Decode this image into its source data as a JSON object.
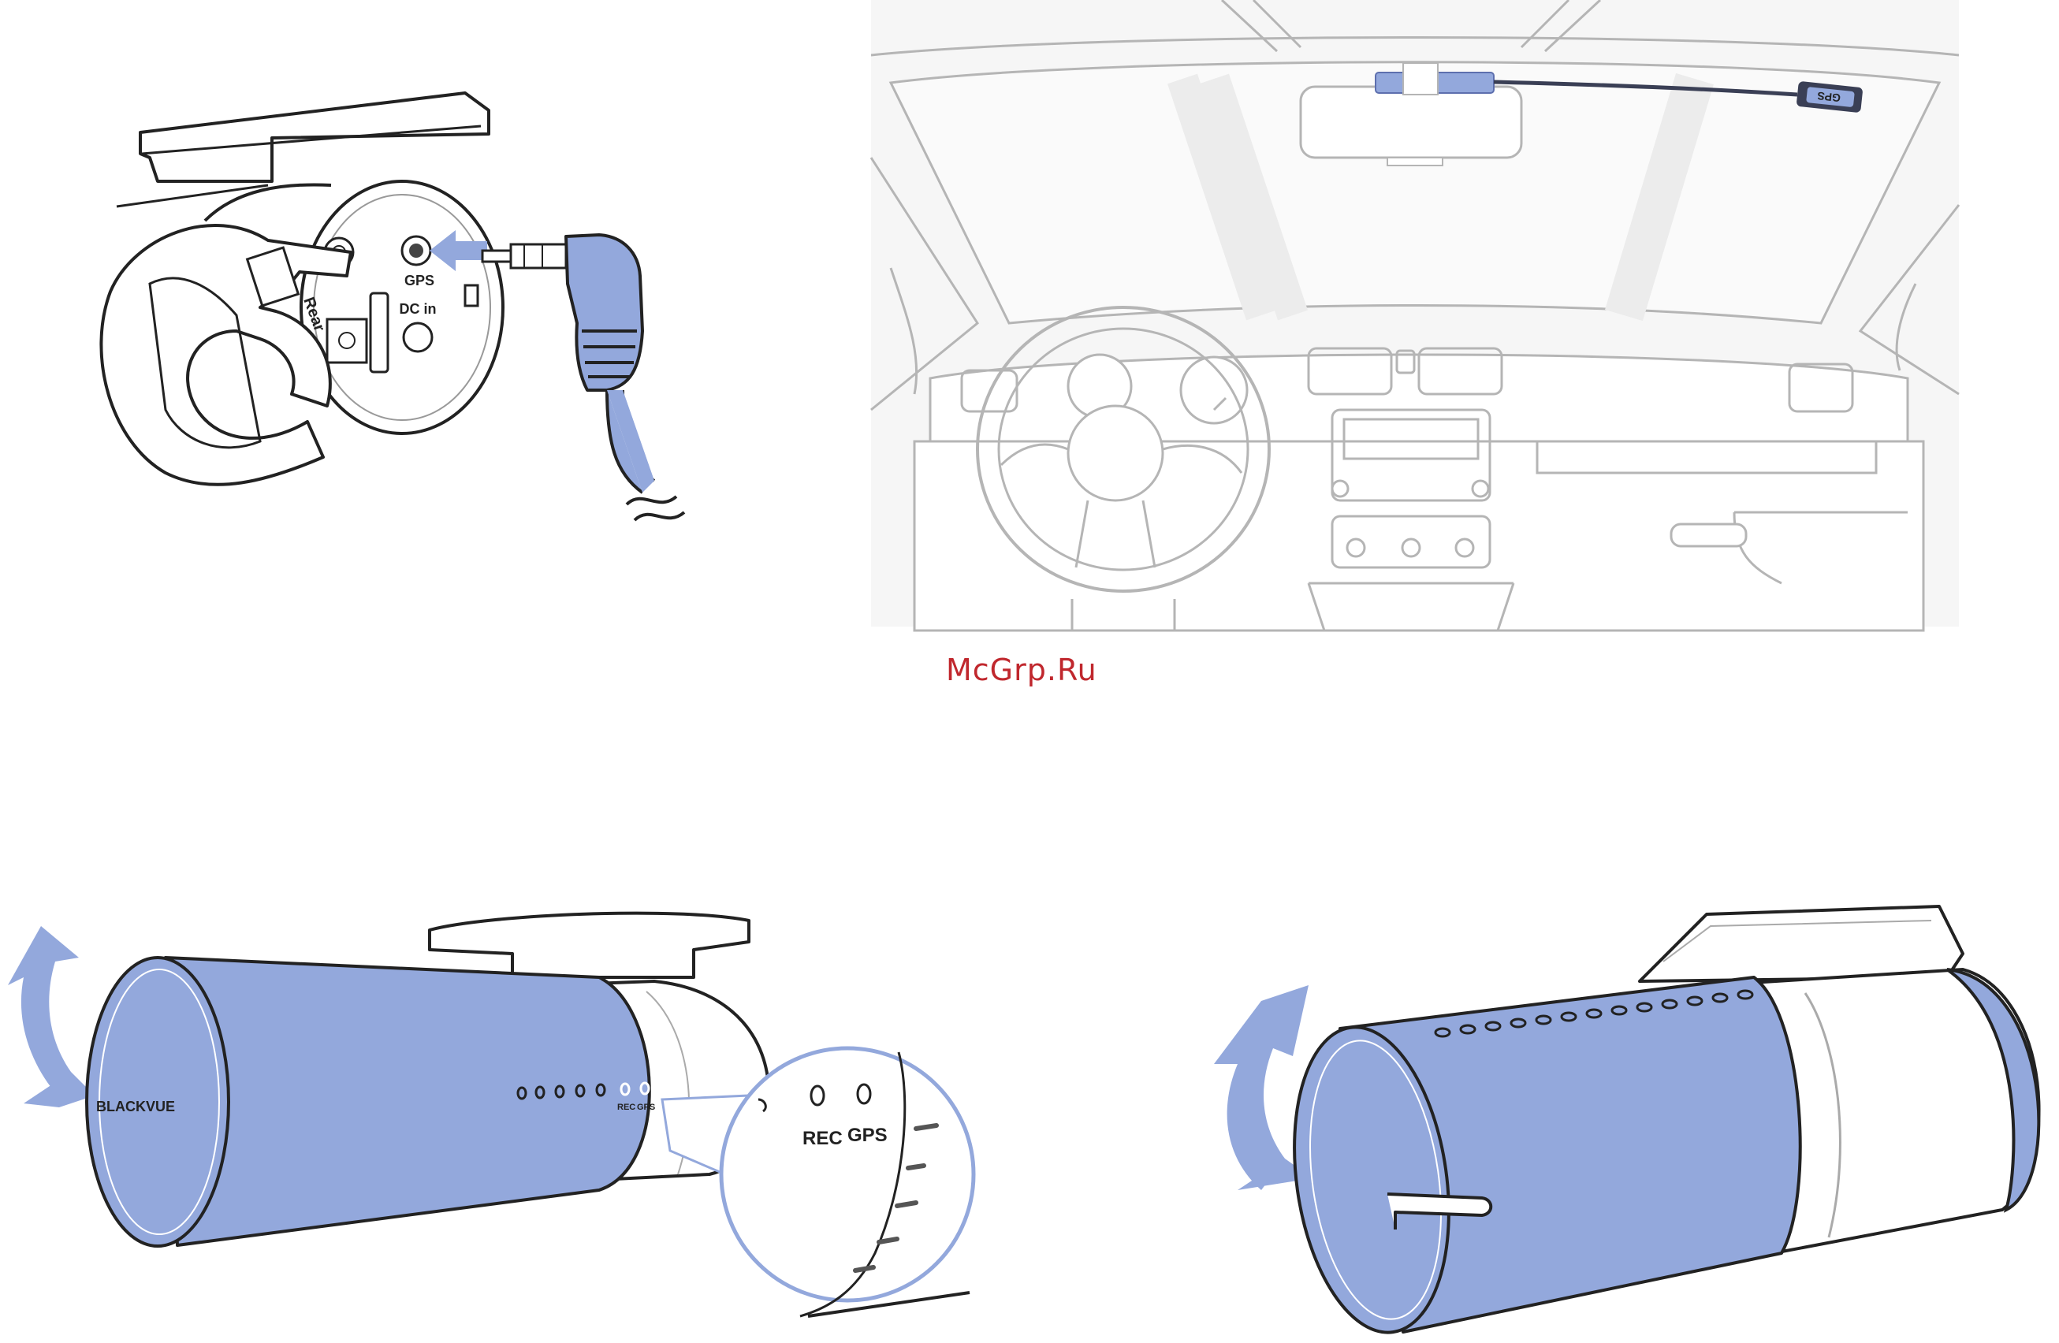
{
  "labels": {
    "gps_port": "GPS",
    "dc_in": "DC in",
    "rear": "Rear",
    "rec_small": "REC",
    "gps_small": "GPS",
    "rec_zoom": "REC",
    "gps_zoom": "GPS",
    "brand": "BLACKVUE",
    "gps_module": "GPS"
  },
  "watermark": "McGrp.Ru",
  "colors": {
    "accent": "#93a8dc",
    "accent_dark": "#5d6fae",
    "outline": "#222222",
    "car_line": "#b5b5b5",
    "watermark": "#c0272d"
  }
}
